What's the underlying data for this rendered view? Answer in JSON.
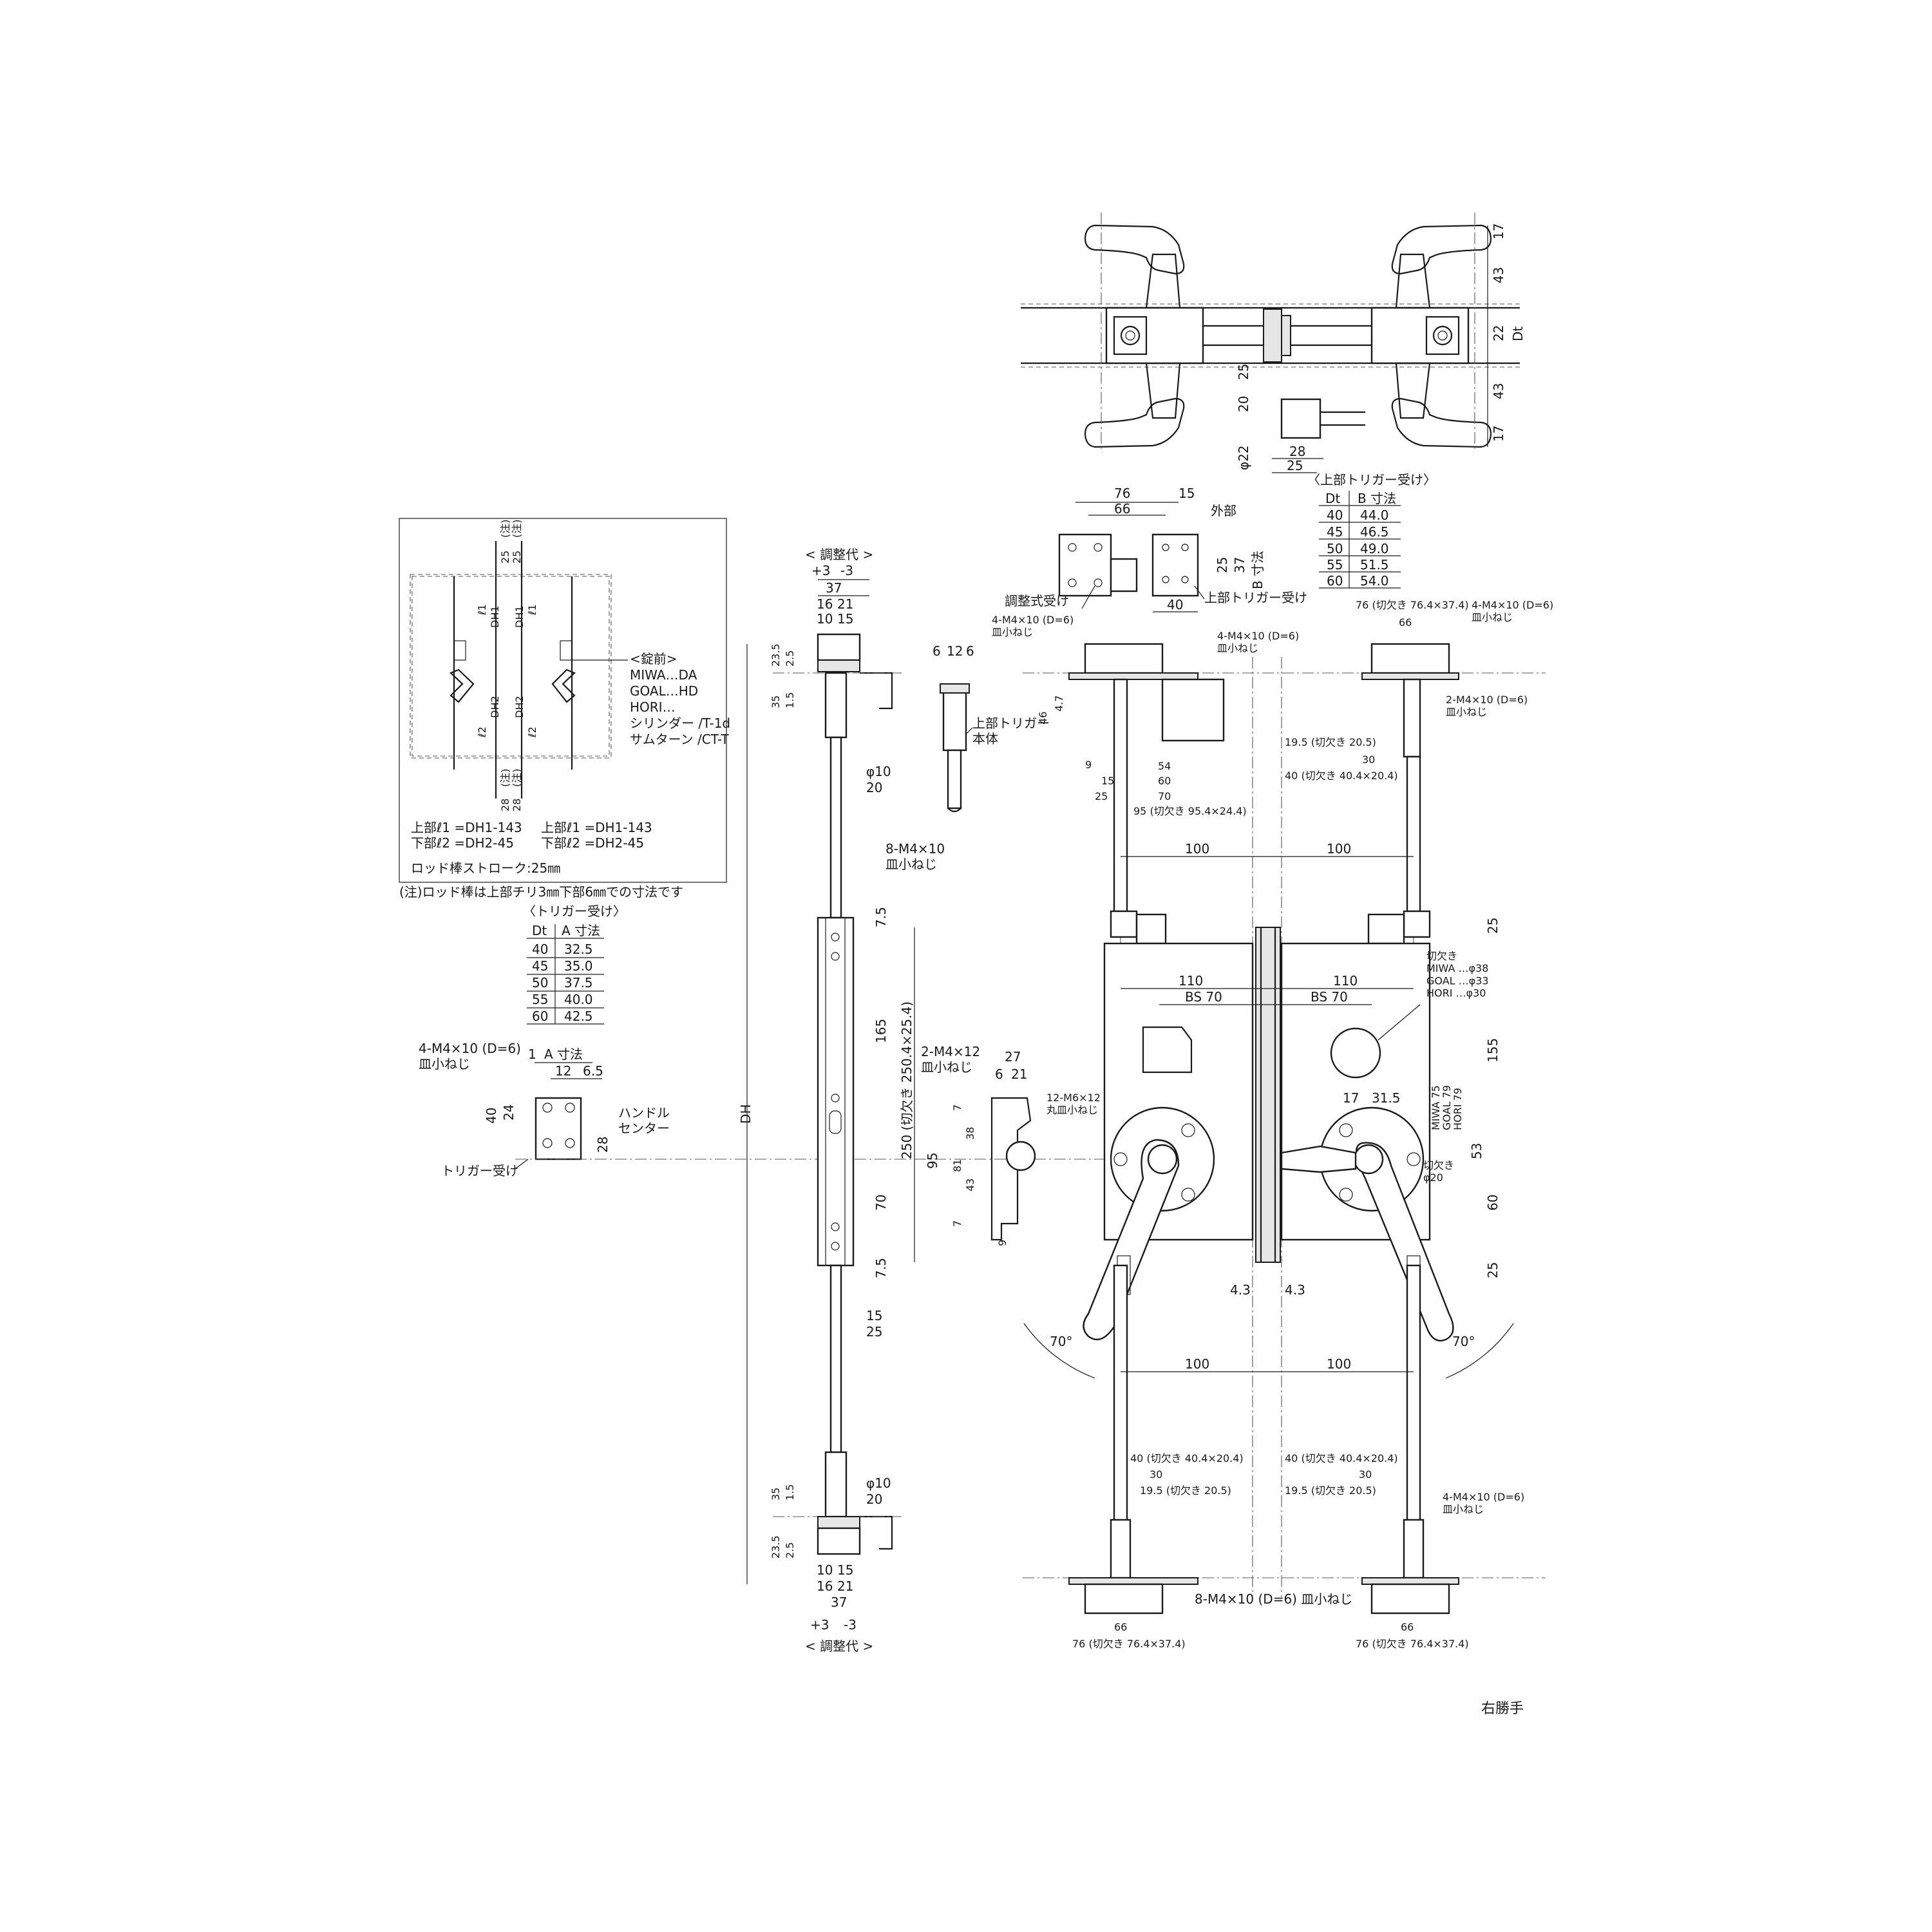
{
  "diagram": {
    "top_view": {
      "dims_right": [
        "17",
        "43",
        "22",
        "Dt",
        "43",
        "17"
      ],
      "dims_bottom": [
        "25",
        "20",
        "φ22",
        "28",
        "25"
      ]
    },
    "upper_trigger_receiver_table": {
      "title": "〈上部トリガー受け〉",
      "headers": [
        "Dt",
        "B 寸法"
      ],
      "rows": [
        [
          "40",
          "44.0"
        ],
        [
          "45",
          "46.5"
        ],
        [
          "50",
          "49.0"
        ],
        [
          "55",
          "51.5"
        ],
        [
          "60",
          "54.0"
        ]
      ]
    },
    "adjustable_receiver": {
      "dims": [
        "76",
        "15",
        "66",
        "40",
        "25",
        "37",
        "B 寸法"
      ],
      "label_outside": "外部",
      "label_adjustable": "調整式受け",
      "label_upper_trigger": "上部トリガー受け"
    },
    "upper_trigger_body": {
      "dims": [
        "6",
        "12",
        "6"
      ],
      "label": "上部トリガー\n本体"
    },
    "left_inset": {
      "dims_top": [
        "25",
        "(注)",
        "25",
        "(注)"
      ],
      "dims_bottom": [
        "28",
        "(注)",
        "28",
        "(注)"
      ],
      "labels": [
        "DH1",
        "DH1",
        "ℓ1",
        "ℓ1",
        "DH2",
        "DH2",
        "ℓ2",
        "ℓ2"
      ],
      "latch_title": "<錠前>",
      "latch_lines": [
        "MIWA…DA",
        "GOAL…HD",
        "HORI…",
        "シリンダー /T-1d",
        "サムターン /CT-T"
      ],
      "formulas": [
        "上部ℓ1 =DH1-143",
        "下部ℓ2 =DH2-45",
        "上部ℓ1 =DH1-143",
        "下部ℓ2 =DH2-45"
      ],
      "stroke": "ロッド棒ストローク:25㎜",
      "note": "(注)ロッド棒は上部チリ3㎜下部6㎜での寸法です"
    },
    "trigger_receiver_table": {
      "title": "〈トリガー受け〉",
      "headers": [
        "Dt",
        "A 寸法"
      ],
      "rows": [
        [
          "40",
          "32.5"
        ],
        [
          "45",
          "35.0"
        ],
        [
          "50",
          "37.5"
        ],
        [
          "55",
          "40.0"
        ],
        [
          "60",
          "42.5"
        ]
      ]
    },
    "trigger_receiver_detail": {
      "screw": "4-M4×10 (D=6)\n皿小ねじ",
      "dims": [
        "1",
        "A 寸法",
        "12",
        "6.5",
        "40",
        "24",
        "28"
      ],
      "handle_center": "ハンドル\nセンター",
      "label": "トリガー受け"
    },
    "rod_view": {
      "adjust_label": "< 調整代 >",
      "adjust_top": [
        "+3",
        "-3",
        "37",
        "16",
        "21",
        "10",
        "15"
      ],
      "adjust_bottom": [
        "10",
        "15",
        "16",
        "21",
        "37",
        "+3",
        "-3"
      ],
      "left_dims_top": [
        "23.5",
        "2.5",
        "35",
        "1.5"
      ],
      "left_dims_bottom": [
        "35",
        "1.5",
        "23.5",
        "2.5"
      ],
      "rod_dims": [
        "φ10",
        "20",
        "φ10",
        "20",
        "15",
        "25"
      ],
      "screw": "8-M4×10\n皿小ねじ",
      "dh": "DH",
      "case_dims": [
        "7.5",
        "165",
        "250 (切欠き 250.4×25.4)",
        "70",
        "7.5",
        "95"
      ]
    },
    "strike_view": {
      "screw": "2-M4×12\n皿小ねじ",
      "dims": [
        "27",
        "6",
        "21",
        "7",
        "38",
        "81",
        "43",
        "7",
        "9"
      ]
    },
    "front_view": {
      "screws": [
        "4-M4×10 (D=6)\n皿小ねじ",
        "4-M4×10 (D=6)\n皿小ねじ",
        "4-M4×10 (D=6)\n皿小ねじ",
        "2-M4×10 (D=6)\n皿小ねじ",
        "12-M6×12\n丸皿小ねじ",
        "4-M4×10 (D=6)\n皿小ねじ",
        "8-M4×10 (D=6) 皿小ねじ"
      ],
      "top_plate_dims": [
        "76 (切欠き 76.4×37.4)",
        "66",
        "46",
        "4.7",
        "9",
        "54",
        "15",
        "60",
        "25",
        "70",
        "95 (切欠き 95.4×24.4)",
        "19.5 (切欠き 20.5)",
        "30",
        "40 (切欠き 40.4×20.4)"
      ],
      "spacing": [
        "100",
        "100",
        "100",
        "100"
      ],
      "case_dims": [
        "110",
        "110",
        "BS 70",
        "BS 70",
        "25",
        "155",
        "53",
        "60",
        "25",
        "17",
        "31.5",
        "4.3",
        "4.3",
        "MIWA 75",
        "GOAL 79",
        "HORI 79"
      ],
      "cutout_label": "切欠き\nMIWA …φ38\nGOAL …φ33\nHORI …φ30",
      "cutout20": "切欠き\nφ20",
      "angles": [
        "70°",
        "70°"
      ],
      "bottom_dims": [
        "40 (切欠き 40.4×20.4)",
        "30",
        "19.5 (切欠き 20.5)",
        "40 (切欠き 40.4×20.4)",
        "30",
        "19.5 (切欠き 20.5)",
        "66",
        "76 (切欠き 76.4×37.4)",
        "66",
        "76 (切欠き 76.4×37.4)"
      ]
    },
    "hand_label": "右勝手"
  }
}
